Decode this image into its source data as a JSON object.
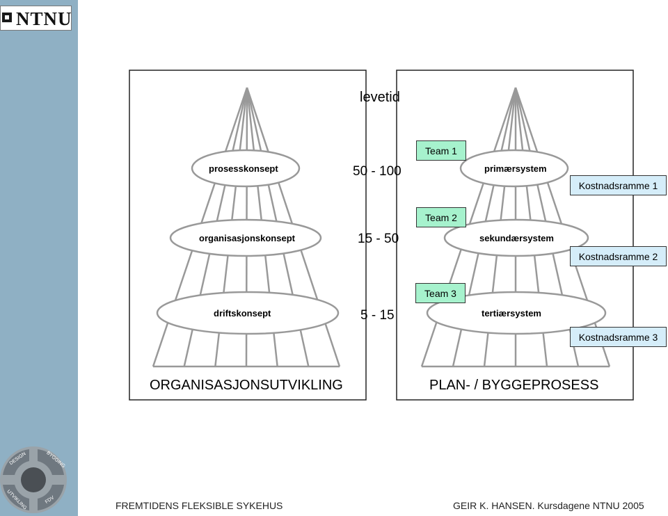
{
  "header": {
    "logo_text": "NTNU"
  },
  "left_panel": {
    "title": "ORGANISASJONSUTVIKLING",
    "levels": [
      "prosesskonsept",
      "organisasjonskonsept",
      "driftskonsept"
    ]
  },
  "right_panel": {
    "title": "PLAN- / BYGGEPROSESS",
    "levels": [
      "primærsystem",
      "sekundærsystem",
      "tertiærsystem"
    ]
  },
  "middle": {
    "label": "levetid",
    "ranges": [
      "50  -  100",
      "15  -  50",
      "5  -  15"
    ]
  },
  "teams": [
    "Team 1",
    "Team 2",
    "Team 3"
  ],
  "cost_frames": [
    "Kostnadsramme 1",
    "Kostnadsramme 2",
    "Kostnadsramme 3"
  ],
  "cycle_logo": {
    "labels": [
      "DESIGN",
      "BYGGING",
      "FDV",
      "UTVIKLING"
    ]
  },
  "footer": {
    "left": "FREMTIDENS FLEKSIBLE SYKEHUS",
    "right": "GEIR K. HANSEN.  Kursdagene NTNU 2005"
  },
  "colors": {
    "sidebar": "#8fb0c4",
    "team_fill": "#a6f2cd",
    "cost_fill": "#d5edf9",
    "cone_lines": "#999999"
  }
}
